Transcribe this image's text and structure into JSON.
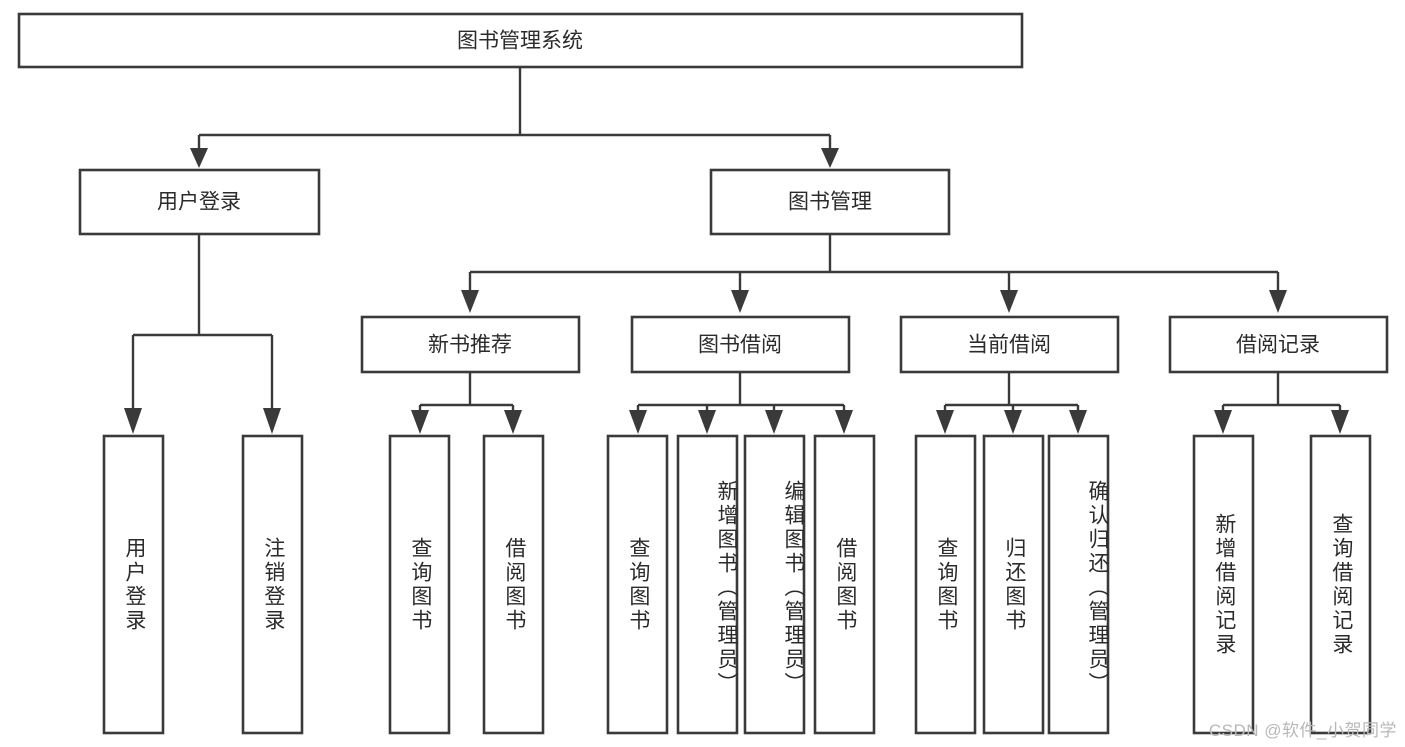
{
  "diagram": {
    "title": "图书管理系统",
    "watermark": "CSDN @软件_小贺同学",
    "type": "tree-hierarchy",
    "orientation": "top-down",
    "colors": {
      "box_stroke": "#3a3a3a",
      "box_fill": "#ffffff",
      "connector": "#3a3a3a",
      "text": "#2b2b2b",
      "watermark": "#b8b8b8",
      "background": "#ffffff"
    },
    "levels": {
      "root": {
        "label": "图书管理系统"
      },
      "level2": [
        {
          "id": "user-login",
          "label": "用户登录"
        },
        {
          "id": "book-management",
          "label": "图书管理"
        }
      ],
      "level3": [
        {
          "id": "new-book-recommend",
          "label": "新书推荐",
          "parent": "book-management"
        },
        {
          "id": "book-borrow",
          "label": "图书借阅",
          "parent": "book-management"
        },
        {
          "id": "current-borrow",
          "label": "当前借阅",
          "parent": "book-management"
        },
        {
          "id": "borrow-record",
          "label": "借阅记录",
          "parent": "book-management"
        }
      ],
      "leaves": [
        {
          "id": "leaf-user-login",
          "label": "用户登录",
          "parent": "user-login"
        },
        {
          "id": "leaf-logout-login",
          "label": "注销登录",
          "parent": "user-login"
        },
        {
          "id": "leaf-query-book-1",
          "label": "查询图书",
          "parent": "new-book-recommend"
        },
        {
          "id": "leaf-borrow-book-1",
          "label": "借阅图书",
          "parent": "new-book-recommend"
        },
        {
          "id": "leaf-query-book-2",
          "label": "查询图书",
          "parent": "book-borrow"
        },
        {
          "id": "leaf-add-book",
          "label": "新增图书（管理员）",
          "parent": "book-borrow"
        },
        {
          "id": "leaf-edit-book",
          "label": "编辑图书（管理员）",
          "parent": "book-borrow"
        },
        {
          "id": "leaf-borrow-book-2",
          "label": "借阅图书",
          "parent": "book-borrow"
        },
        {
          "id": "leaf-query-book-3",
          "label": "查询图书",
          "parent": "current-borrow"
        },
        {
          "id": "leaf-return-book",
          "label": "归还图书",
          "parent": "current-borrow"
        },
        {
          "id": "leaf-confirm-return",
          "label": "确认归还（管理员）",
          "parent": "current-borrow"
        },
        {
          "id": "leaf-add-record",
          "label": "新增借阅记录",
          "parent": "borrow-record"
        },
        {
          "id": "leaf-query-record",
          "label": "查询借阅记录",
          "parent": "borrow-record"
        }
      ]
    }
  }
}
